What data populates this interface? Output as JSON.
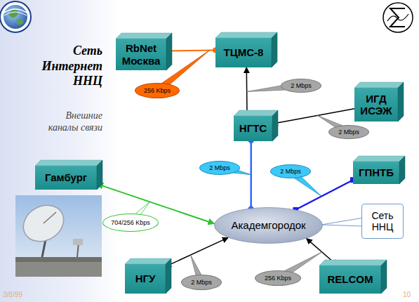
{
  "diagram": {
    "title": "Сеть Интернет ННЦ",
    "nodes": [
      {
        "text": [
          "RbNet Москва"
        ]
      },
      {
        "text": [
          "ТЦМС-8"
        ]
      },
      {
        "text": [
          "ИГД ИСЭЖ"
        ]
      },
      {
        "text": [
          "НГТС"
        ]
      },
      {
        "text": [
          "ГПНТБ"
        ]
      },
      {
        "text": [
          "Гамбург"
        ]
      },
      {
        "text": [
          "Академгородок"
        ]
      },
      {
        "text": [
          "Сеть ННЦ"
        ]
      },
      {
        "text": [
          "НГУ"
        ]
      },
      {
        "text": [
          "RELCOM"
        ]
      }
    ],
    "edges": [
      {
        "from": 0,
        "to": 1,
        "arrow": "none",
        "label": "256 Kbps"
      },
      {
        "from": 1,
        "to": 3,
        "arrow": "both",
        "label": "2 Mbps"
      },
      {
        "from": 2,
        "to": 3,
        "arrow": "to",
        "label": "2 Mbps"
      },
      {
        "from": 3,
        "to": 6,
        "arrow": "none",
        "label": "2 Mbps"
      },
      {
        "from": 6,
        "to": 4,
        "arrow": "none",
        "label": "2 Mbps"
      },
      {
        "from": 5,
        "to": 6,
        "arrow": "both",
        "label": "704/256 Kbps"
      },
      {
        "from": 6,
        "to": 8,
        "arrow": "both",
        "label": "2 Mbps"
      },
      {
        "from": 6,
        "to": 9,
        "arrow": "both",
        "label": "256 Kbps"
      }
    ],
    "labels": [
      "Внешние каналы связи",
      "3/8/99",
      "10"
    ]
  }
}
